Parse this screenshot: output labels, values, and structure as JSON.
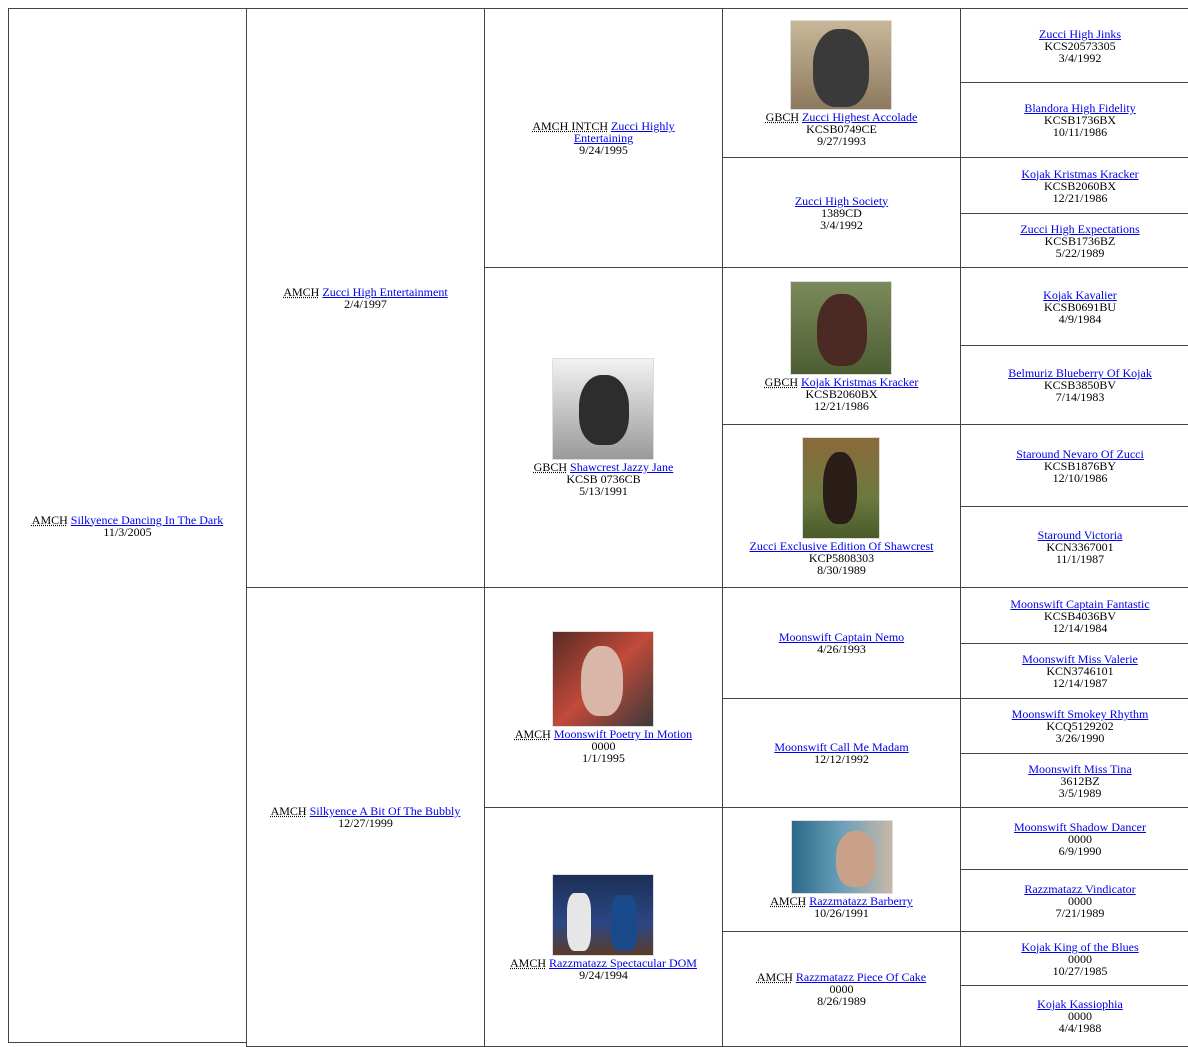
{
  "gen1": {
    "title": "AMCH",
    "name": "Silkyence Dancing In The Dark",
    "date": "11/3/2005"
  },
  "gen2": [
    {
      "title": "AMCH",
      "name": "Zucci High Entertainment",
      "reg": "",
      "date": "2/4/1997"
    },
    {
      "title": "AMCH",
      "name": "Silkyence A Bit Of The Bubbly",
      "reg": "",
      "date": "12/27/1999"
    }
  ],
  "gen3": [
    {
      "title": "AMCH INTCH",
      "name": "Zucci Highly Entertaining",
      "reg": "",
      "date": "9/24/1995"
    },
    {
      "title": "GBCH",
      "name": "Shawcrest Jazzy Jane",
      "reg": "KCSB 0736CB",
      "date": "5/13/1991",
      "photo": "dog-photo"
    },
    {
      "title": "AMCH",
      "name": "Moonswift Poetry In Motion",
      "reg": "0000",
      "date": "1/1/1995",
      "photo": "dog-photo"
    },
    {
      "title": "AMCH",
      "name": "Razzmatazz Spectacular DOM",
      "reg": "",
      "date": "9/24/1994",
      "photo": "dog-photo"
    }
  ],
  "gen4": [
    {
      "title": "GBCH",
      "name": "Zucci Highest Accolade",
      "reg": "KCSB0749CE",
      "date": "9/27/1993",
      "photo": "dog-photo"
    },
    {
      "title": "",
      "name": "Zucci High Society",
      "reg": "1389CD",
      "date": "3/4/1992"
    },
    {
      "title": "GBCH",
      "name": "Kojak Kristmas Kracker",
      "reg": "KCSB2060BX",
      "date": "12/21/1986",
      "photo": "dog-photo"
    },
    {
      "title": "",
      "name": "Zucci Exclusive Edition Of Shawcrest",
      "reg": "KCP5808303",
      "date": "8/30/1989",
      "photo": "dog-photo"
    },
    {
      "title": "",
      "name": "Moonswift Captain Nemo",
      "reg": "",
      "date": "4/26/1993"
    },
    {
      "title": "",
      "name": "Moonswift Call Me Madam",
      "reg": "",
      "date": "12/12/1992"
    },
    {
      "title": "AMCH",
      "name": "Razzmatazz Barberry",
      "reg": "",
      "date": "10/26/1991",
      "photo": "dog-photo"
    },
    {
      "title": "AMCH",
      "name": "Razzmatazz Piece Of Cake",
      "reg": "0000",
      "date": "8/26/1989"
    }
  ],
  "gen5": [
    {
      "name": "Zucci High Jinks",
      "reg": "KCS20573305",
      "date": "3/4/1992"
    },
    {
      "name": "Blandora High Fidelity",
      "reg": "KCSB1736BX",
      "date": "10/11/1986"
    },
    {
      "name": "Kojak Kristmas Kracker",
      "reg": "KCSB2060BX",
      "date": "12/21/1986"
    },
    {
      "name": "Zucci High Expectations",
      "reg": "KCSB1736BZ",
      "date": "5/22/1989"
    },
    {
      "name": "Kojak Kavalier",
      "reg": "KCSB0691BU",
      "date": "4/9/1984"
    },
    {
      "name": "Belmuriz Blueberry Of Kojak",
      "reg": "KCSB3850BV",
      "date": "7/14/1983"
    },
    {
      "name": "Staround Nevaro Of Zucci",
      "reg": "KCSB1876BY",
      "date": "12/10/1986"
    },
    {
      "name": "Staround Victoria",
      "reg": "KCN3367001",
      "date": "11/1/1987"
    },
    {
      "name": "Moonswift Captain Fantastic",
      "reg": "KCSB4036BV",
      "date": "12/14/1984"
    },
    {
      "name": "Moonswift Miss Valerie",
      "reg": "KCN3746101",
      "date": "12/14/1987"
    },
    {
      "name": "Moonswift Smokey Rhythm",
      "reg": "KCQ5129202",
      "date": "3/26/1990"
    },
    {
      "name": "Moonswift Miss Tina",
      "reg": "3612BZ",
      "date": "3/5/1989"
    },
    {
      "name": "Moonswift Shadow Dancer",
      "reg": "0000",
      "date": "6/9/1990"
    },
    {
      "name": "Razzmatazz Vindicator",
      "reg": "0000",
      "date": "7/21/1989"
    },
    {
      "name": "Kojak King of the Blues",
      "reg": "0000",
      "date": "10/27/1985"
    },
    {
      "name": "Kojak Kassiophia",
      "reg": "0000",
      "date": "4/4/1988"
    }
  ]
}
